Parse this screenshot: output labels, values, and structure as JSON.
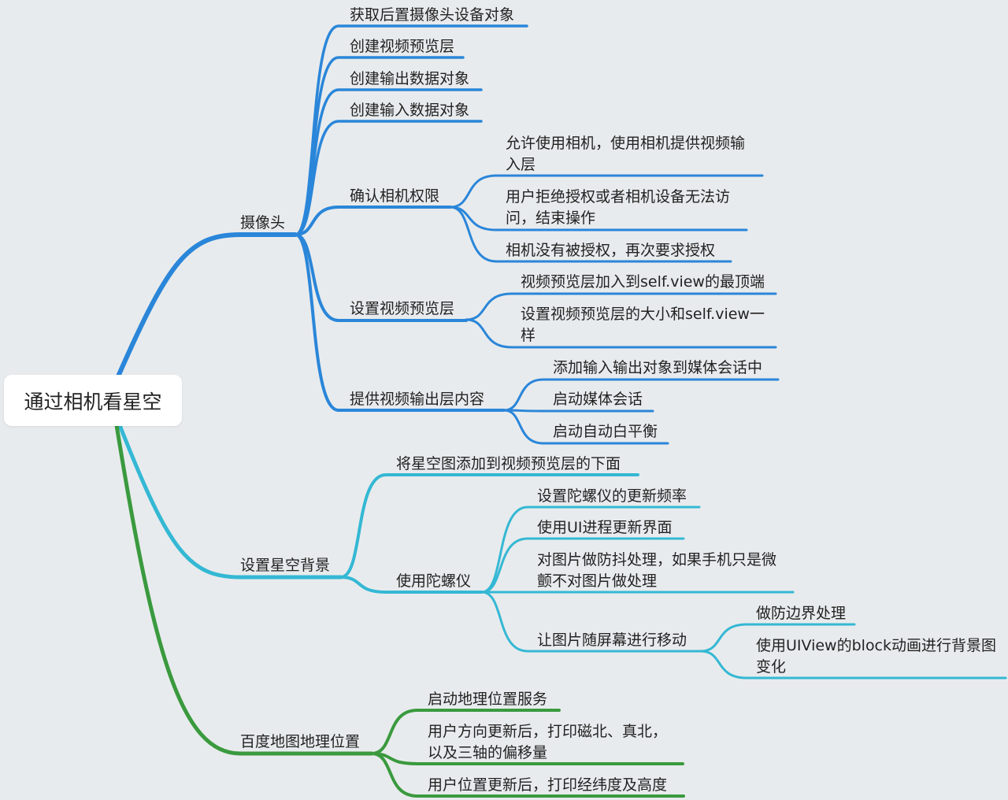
{
  "colors": {
    "background": "#e8ebed",
    "branch_camera": "#2a86d9",
    "branch_sky": "#34b8d4",
    "branch_map": "#3a9a3e"
  },
  "root": {
    "label": "通过相机看星空"
  },
  "branches": [
    {
      "label": "摄像头",
      "color": "#2a86d9",
      "children": [
        {
          "label": "获取后置摄像头设备对象"
        },
        {
          "label": "创建视频预览层"
        },
        {
          "label": "创建输出数据对象"
        },
        {
          "label": "创建输入数据对象"
        },
        {
          "label": "确认相机权限",
          "children": [
            {
              "lines": [
                "允许使用相机，使用相机提供视频输",
                "入层"
              ]
            },
            {
              "lines": [
                "用户拒绝授权或者相机设备无法访",
                "问，结束操作"
              ]
            },
            {
              "lines": [
                "相机没有被授权，再次要求授权"
              ]
            }
          ]
        },
        {
          "label": "设置视频预览层",
          "children": [
            {
              "lines": [
                "视频预览层加入到self.view的最顶端"
              ]
            },
            {
              "lines": [
                "设置视频预览层的大小和self.view一",
                "样"
              ]
            }
          ]
        },
        {
          "label": "提供视频输出层内容",
          "children": [
            {
              "lines": [
                "添加输入输出对象到媒体会话中"
              ]
            },
            {
              "lines": [
                "启动媒体会话"
              ]
            },
            {
              "lines": [
                "启动自动白平衡"
              ]
            }
          ]
        }
      ]
    },
    {
      "label": "设置星空背景",
      "color": "#34b8d4",
      "children": [
        {
          "label": "将星空图添加到视频预览层的下面"
        },
        {
          "label": "使用陀螺仪",
          "children": [
            {
              "lines": [
                "设置陀螺仪的更新频率"
              ]
            },
            {
              "lines": [
                "使用UI进程更新界面"
              ]
            },
            {
              "lines": [
                "对图片做防抖处理，如果手机只是微",
                "颤不对图片做处理"
              ]
            },
            {
              "lines": [
                "让图片随屏幕进行移动"
              ],
              "children": [
                {
                  "lines": [
                    "做防边界处理"
                  ]
                },
                {
                  "lines": [
                    "使用UIView的block动画进行背景图",
                    "变化"
                  ]
                }
              ]
            }
          ]
        }
      ]
    },
    {
      "label": "百度地图地理位置",
      "color": "#3a9a3e",
      "children": [
        {
          "lines": [
            "启动地理位置服务"
          ]
        },
        {
          "lines": [
            "用户方向更新后，打印磁北、真北，",
            "以及三轴的偏移量"
          ]
        },
        {
          "lines": [
            "用户位置更新后，打印经纬度及高度"
          ]
        }
      ]
    }
  ]
}
